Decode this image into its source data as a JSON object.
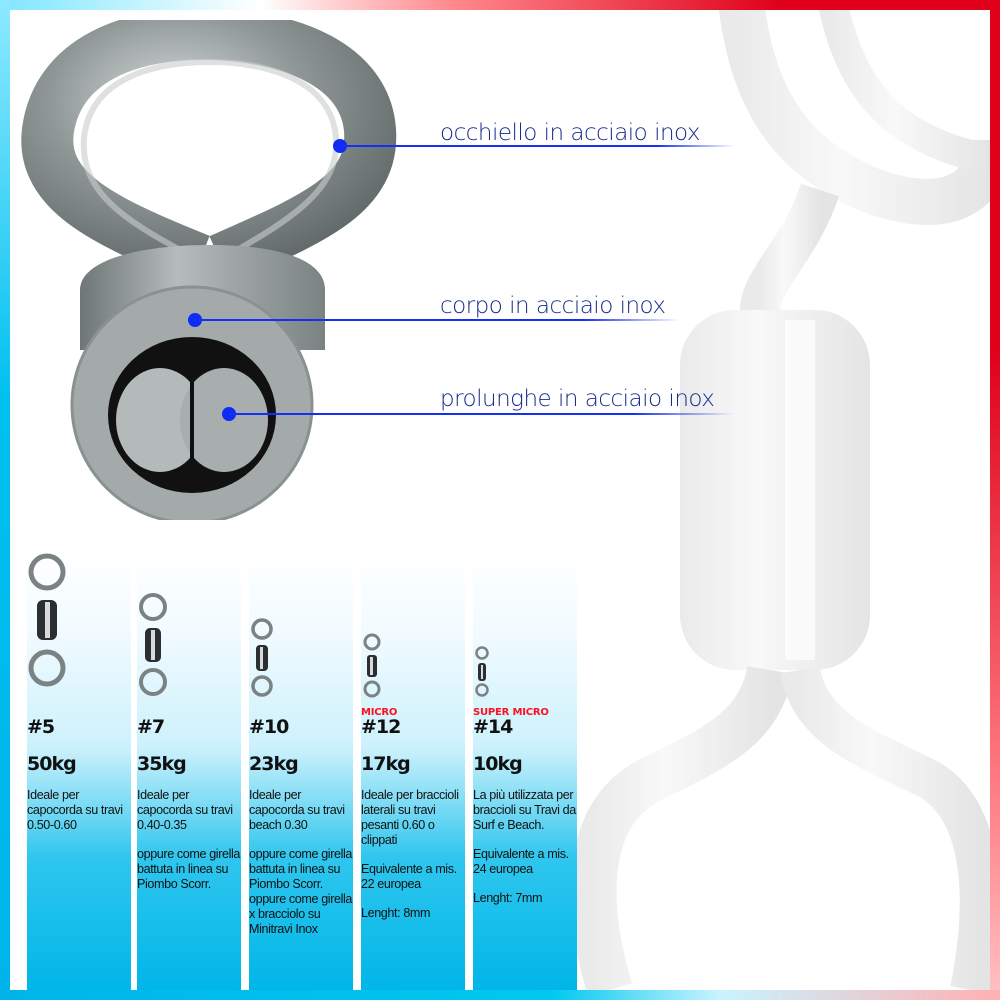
{
  "colors": {
    "callout_blue": "#0f2cf5",
    "callout_text": "#172a8a",
    "tag_red": "#ff1020",
    "column_cyan": "#00b6e8",
    "frame_red": "#e0001a",
    "frame_cyan": "#00c0ef"
  },
  "callouts": [
    {
      "label": "occhiello in acciaio inox"
    },
    {
      "label": "corpo in acciaio inox"
    },
    {
      "label": "prolunghe in acciaio inox"
    }
  ],
  "sizes": [
    {
      "tag": "",
      "number": "#5",
      "strength": "50kg",
      "desc": [
        "Ideale per capocorda su travi 0.50-0.60"
      ]
    },
    {
      "tag": "",
      "number": "#7",
      "strength": "35kg",
      "desc": [
        "Ideale per capocorda su travi 0.40-0.35",
        "oppure come girella battuta in linea su Piombo Scorr."
      ]
    },
    {
      "tag": "",
      "number": "#10",
      "strength": "23kg",
      "desc": [
        "Ideale per capocorda su travi beach 0.30",
        "oppure come girella battuta in linea su Piombo Scorr. oppure come girella x bracciolo su Minitravi Inox"
      ]
    },
    {
      "tag": "MICRO",
      "number": "#12",
      "strength": "17kg",
      "desc": [
        "Ideale per braccioli laterali su travi pesanti 0.60 o clippati",
        "Equivalente a mis. 22 europea",
        "Lenght: 8mm"
      ]
    },
    {
      "tag": "SUPER MICRO",
      "number": "#14",
      "strength": "10kg",
      "desc": [
        "La più utilizzata per braccioli su Travi da Surf e Beach.",
        "Equivalente a mis. 24 europea",
        "Lenght: 7mm"
      ]
    }
  ]
}
